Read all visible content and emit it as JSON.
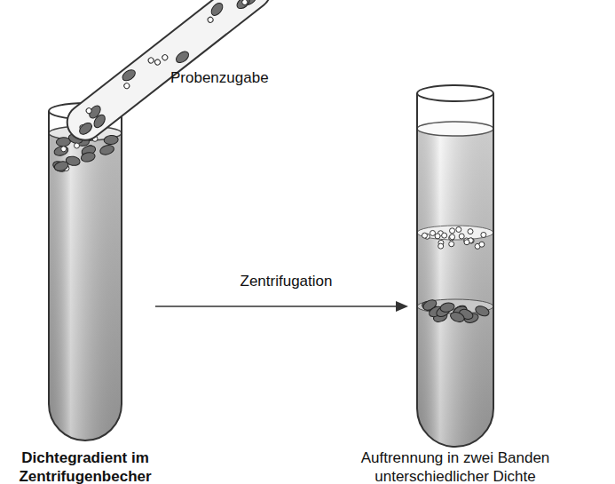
{
  "diagram": {
    "nodes": [
      {
        "text": [
          "Dichtegradient im Zentrifugenbecher"
        ]
      },
      {
        "text": [
          "Auftrennung in zwei Banden unterschiedlicher Dichte"
        ]
      }
    ],
    "edges": [
      {
        "from": 0,
        "to": 1,
        "label": "Zentrifugation",
        "arrow": "to"
      }
    ],
    "labels": [
      "Probenzugabe"
    ]
  }
}
